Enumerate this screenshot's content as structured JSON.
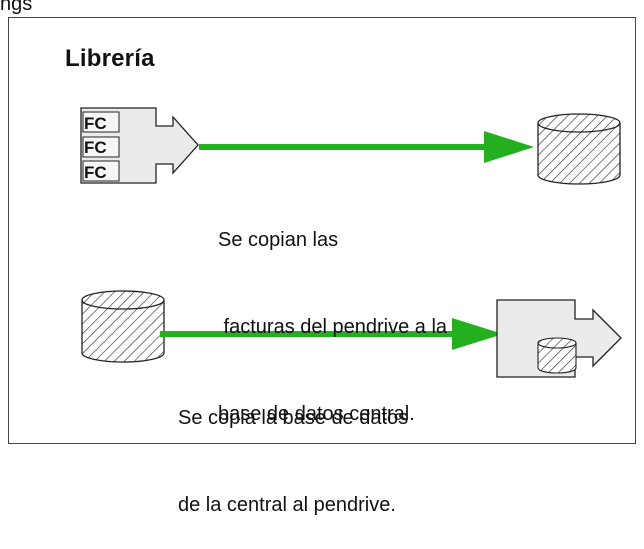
{
  "header": {
    "top_label": "ngs"
  },
  "title": "Librería",
  "flow_top": {
    "file_tags": [
      "FC",
      "FC",
      "FC"
    ],
    "caption_lines": [
      "Se copian las",
      " facturas del pendrive a la",
      "base de datos central."
    ]
  },
  "flow_bottom": {
    "caption_lines": [
      "Se copia la base de datos",
      "de la central al pendrive."
    ]
  },
  "colors": {
    "arrow": "#22b01e",
    "box_fill": "#ebebeb",
    "stroke": "#222222"
  }
}
